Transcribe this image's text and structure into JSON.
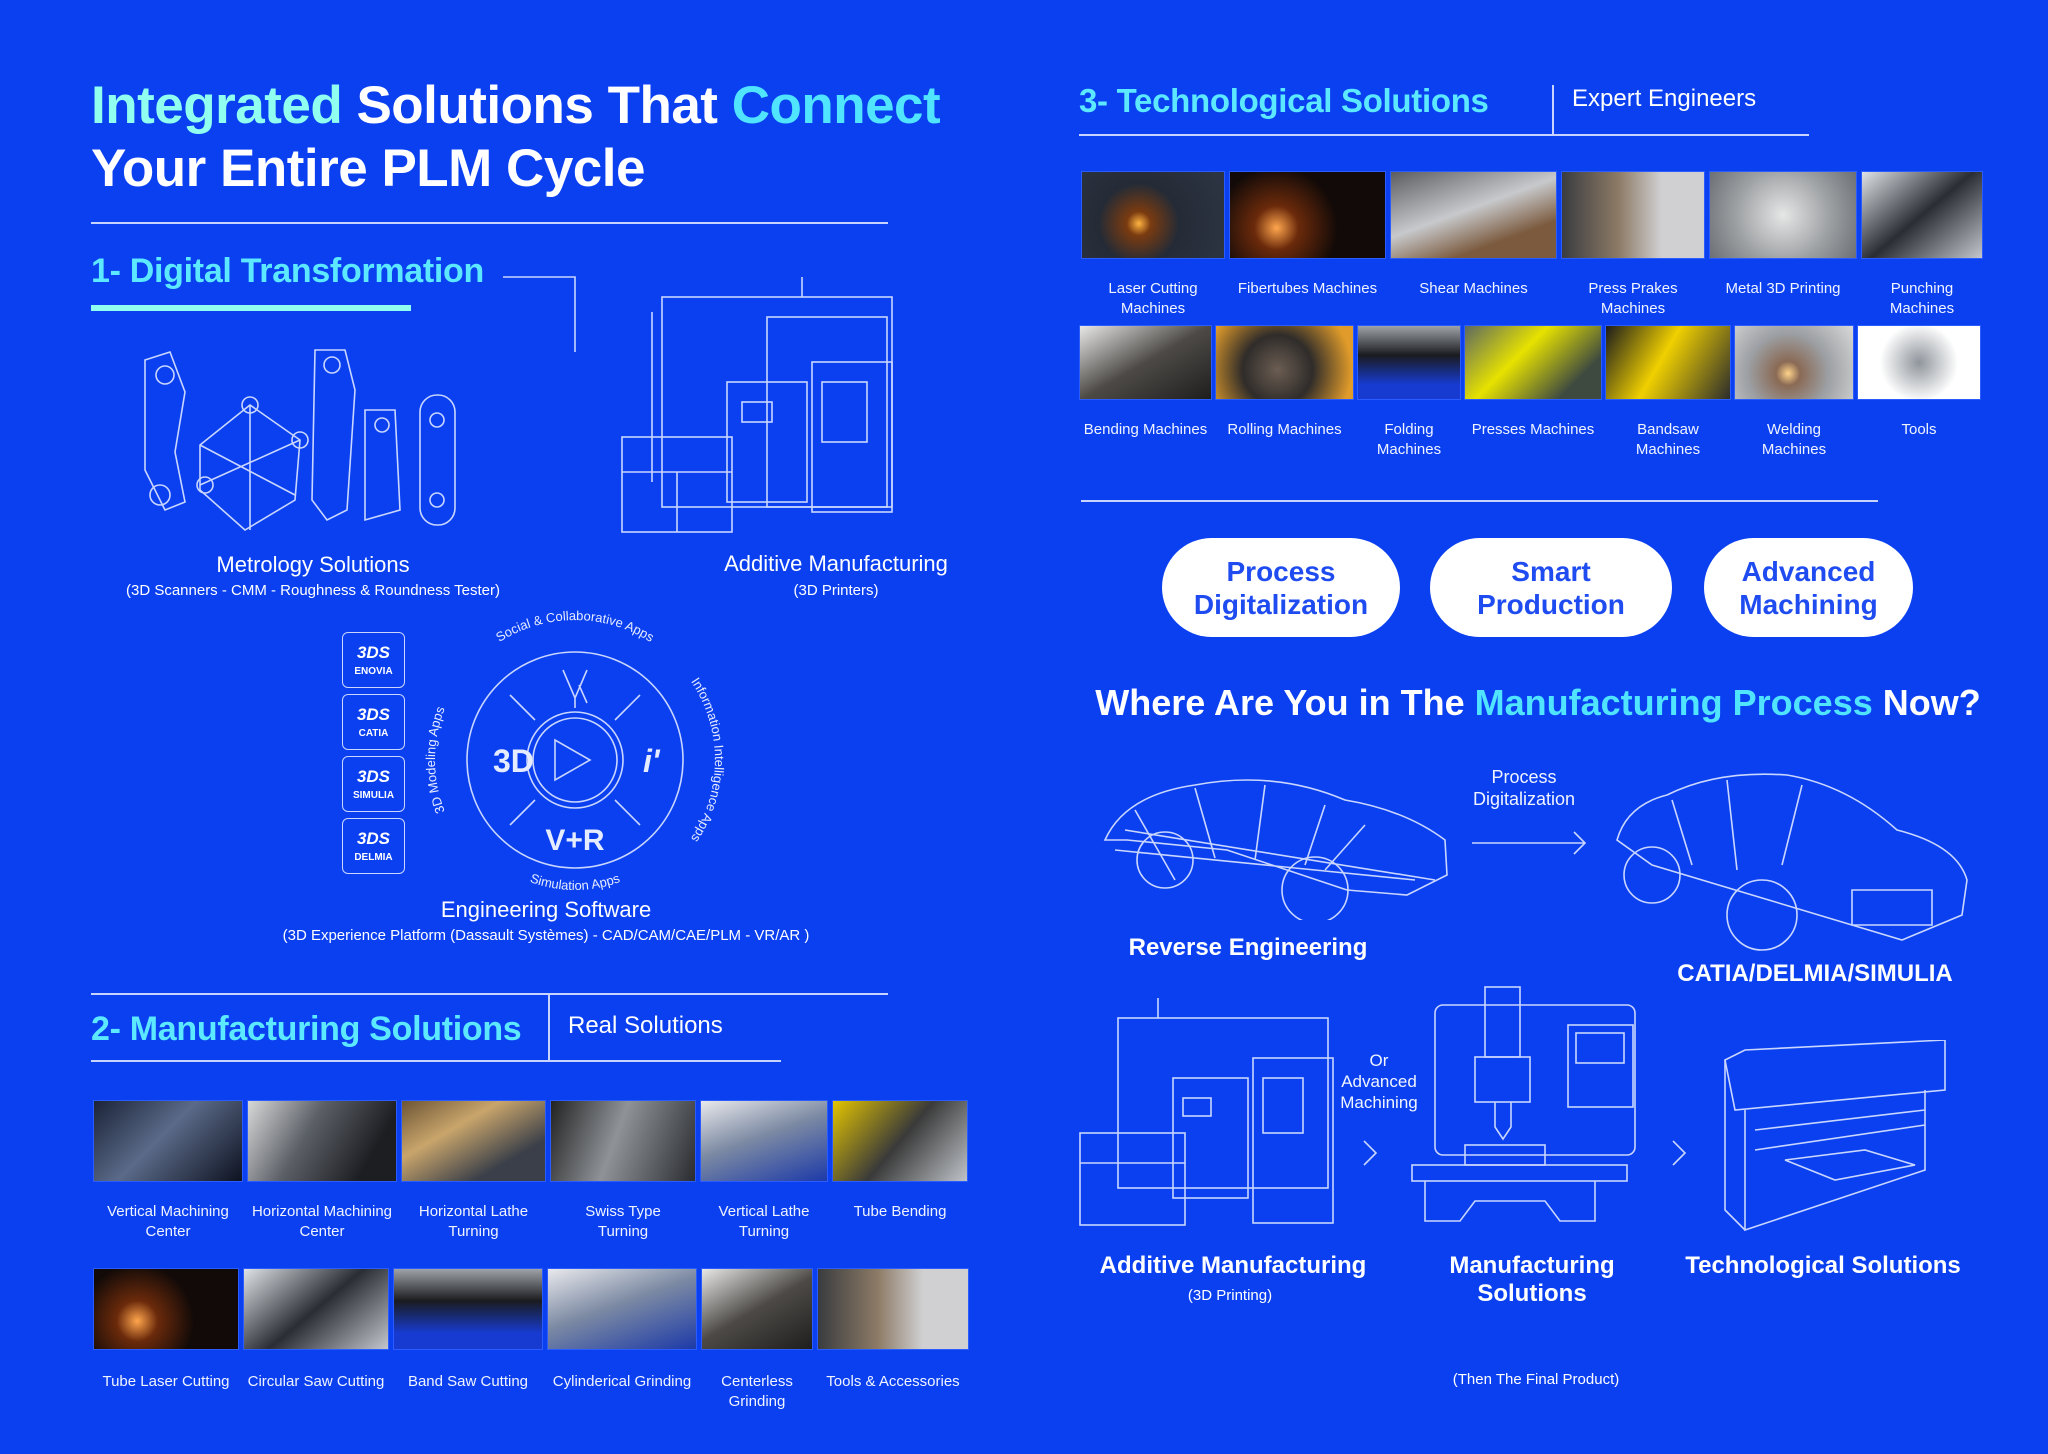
{
  "header": {
    "title_line1": [
      {
        "text": "Integrated ",
        "style": "mint"
      },
      {
        "text": "Solutions That ",
        "style": "white"
      },
      {
        "text": "Connect",
        "style": "cyan"
      }
    ],
    "title_line2": "Your Entire PLM Cycle"
  },
  "section1": {
    "heading": "1- Digital Transformation",
    "metrology": {
      "label": "Metrology Solutions",
      "sub": "(3D Scanners - CMM - Roughness & Roundness Tester)"
    },
    "additive": {
      "label": "Additive Manufacturing",
      "sub": "(3D Printers)"
    },
    "software": {
      "brands": [
        "ENOVIA",
        "CATIA",
        "SIMULIA",
        "DELMIA"
      ],
      "brand_mark": "3DS",
      "ring": {
        "top": "Social & Collaborative Apps",
        "right": "Information Intelligence Apps",
        "bottom": "Simulation Apps",
        "left": "3D Modeling Apps"
      },
      "quadrants": {
        "left": "3D",
        "bottom": "V+R",
        "right": "i'"
      },
      "label": "Engineering Software",
      "sub": "(3D Experience Platform (Dassault Systèmes) - CAD/CAM/CAE/PLM - VR/AR )"
    }
  },
  "section2": {
    "heading": "2- Manufacturing Solutions",
    "tagline": "Real Solutions",
    "row1": [
      "Vertical Machining\nCenter",
      "Horizontal Machining\nCenter",
      "Horizontal Lathe\nTurning",
      "Swiss Type\nTurning",
      "Vertical Lathe\nTurning",
      "Tube Bending"
    ],
    "row2": [
      "Tube Laser Cutting",
      "Circular Saw Cutting",
      "Band Saw Cutting",
      "Cylinderical Grinding",
      "Centerless Grinding",
      "Tools & Accessories"
    ]
  },
  "section3": {
    "heading": "3- Technological Solutions",
    "tagline": "Expert Engineers",
    "row1": [
      "Laser Cutting Machines",
      "Fibertubes Machines",
      "Shear Machines",
      "Press Prakes Machines",
      "Metal 3D Printing",
      "Punching Machines"
    ],
    "row2": [
      "Bending Machines",
      "Rolling Machines",
      "Folding Machines",
      "Presses Machines",
      "Bandsaw Machines",
      "Welding Machines",
      "Tools"
    ]
  },
  "pills": [
    "Process\nDigitalization",
    "Smart\nProduction",
    "Advanced\nMachining"
  ],
  "process": {
    "question": [
      {
        "text": "Where Are You in The ",
        "style": "white"
      },
      {
        "text": "Manufacturing Process",
        "style": "cyan"
      },
      {
        "text": " Now?",
        "style": "white"
      }
    ],
    "arrow1_label": "Process\nDigitalization",
    "reverse": "Reverse Engineering",
    "catia": "CATIA/DELMIA/SIMULIA",
    "or_label": "Or\nAdvanced\nMachining",
    "additive": "Additive Manufacturing",
    "additive_sub": "(3D Printing)",
    "manufacturing": "Manufacturing\nSolutions",
    "technological": "Technological Solutions",
    "final": "(Then The Final Product)"
  },
  "colors": {
    "background": "#0a40f0",
    "mint": "#90fff0",
    "cyan": "#50e4ff",
    "pill_text": "#1f4cf0"
  }
}
